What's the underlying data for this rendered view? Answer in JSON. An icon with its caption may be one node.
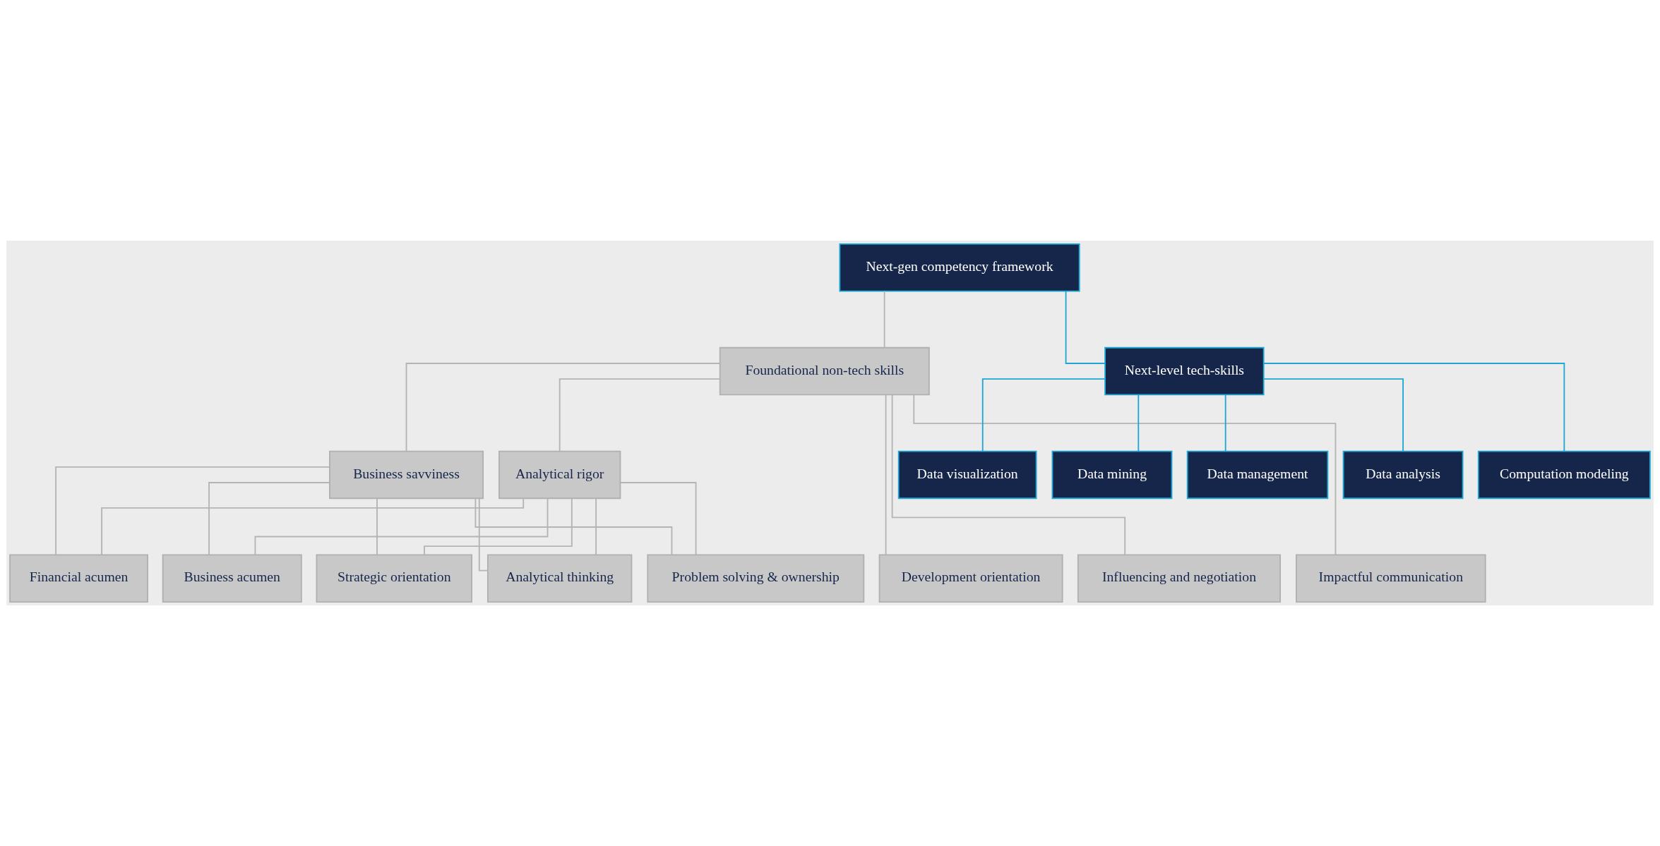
{
  "diagram": {
    "nodes": [
      {
        "text": [
          "Next-gen competency framework"
        ]
      },
      {
        "text": [
          "Foundational non-tech skills"
        ]
      },
      {
        "text": [
          "Next-level tech-skills"
        ]
      },
      {
        "text": [
          "Business savviness"
        ]
      },
      {
        "text": [
          "Analytical rigor"
        ]
      },
      {
        "text": [
          "Data visualization"
        ]
      },
      {
        "text": [
          "Data mining"
        ]
      },
      {
        "text": [
          "Data management"
        ]
      },
      {
        "text": [
          "Data analysis"
        ]
      },
      {
        "text": [
          "Computation modeling"
        ]
      },
      {
        "text": [
          "Financial acumen"
        ]
      },
      {
        "text": [
          "Business acumen"
        ]
      },
      {
        "text": [
          "Strategic orientation"
        ]
      },
      {
        "text": [
          "Analytical thinking"
        ]
      },
      {
        "text": [
          "Problem solving & ownership"
        ]
      },
      {
        "text": [
          "Development orientation"
        ]
      },
      {
        "text": [
          "Influencing and negotiation"
        ]
      },
      {
        "text": [
          "Impactful communication"
        ]
      }
    ],
    "edges": [
      {
        "from": 0,
        "to": 1,
        "arrow": "none"
      },
      {
        "from": 0,
        "to": 2,
        "arrow": "none",
        "color": "#1ea7d4"
      },
      {
        "from": 1,
        "to": 3,
        "arrow": "none"
      },
      {
        "from": 1,
        "to": 4,
        "arrow": "none"
      },
      {
        "from": 1,
        "to": 15,
        "arrow": "none"
      },
      {
        "from": 1,
        "to": 16,
        "arrow": "none"
      },
      {
        "from": 1,
        "to": 17,
        "arrow": "none"
      },
      {
        "from": 2,
        "to": 5,
        "arrow": "none",
        "color": "#1ea7d4"
      },
      {
        "from": 2,
        "to": 6,
        "arrow": "none",
        "color": "#1ea7d4"
      },
      {
        "from": 2,
        "to": 7,
        "arrow": "none",
        "color": "#1ea7d4"
      },
      {
        "from": 2,
        "to": 8,
        "arrow": "none",
        "color": "#1ea7d4"
      },
      {
        "from": 2,
        "to": 9,
        "arrow": "none",
        "color": "#1ea7d4"
      },
      {
        "from": 3,
        "to": 10,
        "arrow": "none"
      },
      {
        "from": 3,
        "to": 11,
        "arrow": "none"
      },
      {
        "from": 3,
        "to": 12,
        "arrow": "none"
      },
      {
        "from": 3,
        "to": 13,
        "arrow": "none"
      },
      {
        "from": 3,
        "to": 14,
        "arrow": "none"
      },
      {
        "from": 4,
        "to": 10,
        "arrow": "none"
      },
      {
        "from": 4,
        "to": 11,
        "arrow": "none"
      },
      {
        "from": 4,
        "to": 12,
        "arrow": "none"
      },
      {
        "from": 4,
        "to": 13,
        "arrow": "none"
      },
      {
        "from": 4,
        "to": 14,
        "arrow": "none"
      }
    ]
  }
}
